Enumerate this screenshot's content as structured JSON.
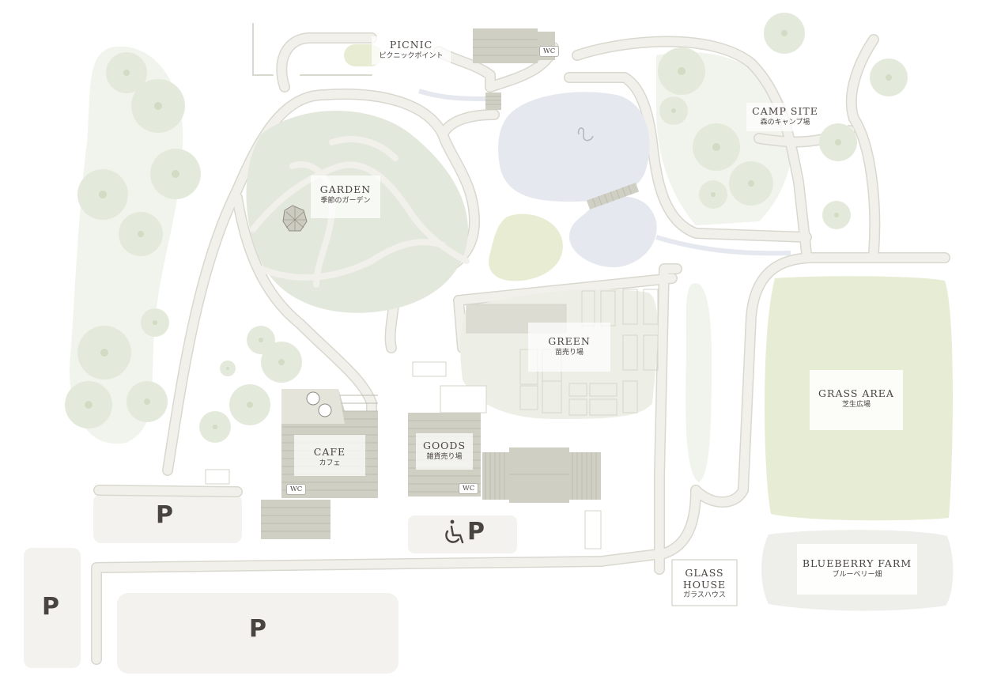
{
  "colors": {
    "path": "#f1f0eb",
    "path_edge": "#d9d8cf",
    "garden": "#e4e8dc",
    "tree_canopy": "#e5ebdc",
    "tree_core": "#cfd8c0",
    "forest_floor": "#f0f3ec",
    "grass": "#e7edd4",
    "water": "#e5e9ef",
    "lawn": "#e8ecd2",
    "building": "#cfcfc3",
    "building_stripe": "#bdbdb1",
    "parking_lot": "#f3f2ee",
    "text": "#4a4440"
  },
  "areas": {
    "picnic": {
      "en": "PICNIC",
      "jp": "ピクニックポイント"
    },
    "camp_site": {
      "en": "CAMP SITE",
      "jp": "森のキャンプ場"
    },
    "garden": {
      "en": "GARDEN",
      "jp": "季節のガーデン"
    },
    "green": {
      "en": "GREEN",
      "jp": "苗売り場"
    },
    "cafe": {
      "en": "CAFE",
      "jp": "カフェ"
    },
    "goods": {
      "en": "GOODS",
      "jp": "雑貨売り場"
    },
    "grass_area": {
      "en": "GRASS AREA",
      "jp": "芝生広場"
    },
    "glass_house": {
      "en": "GLASS HOUSE",
      "jp": "ガラスハウス"
    },
    "blueberry_farm": {
      "en": "BLUEBERRY FARM",
      "jp": "ブルーベリー畑"
    }
  },
  "wc_label": "WC",
  "parking": {
    "label": "P",
    "accessible_icon": "wheelchair-icon"
  },
  "icons": {
    "gazebo": "gazebo-icon",
    "swan": "swan-icon",
    "umbrella": "umbrella-icon"
  }
}
